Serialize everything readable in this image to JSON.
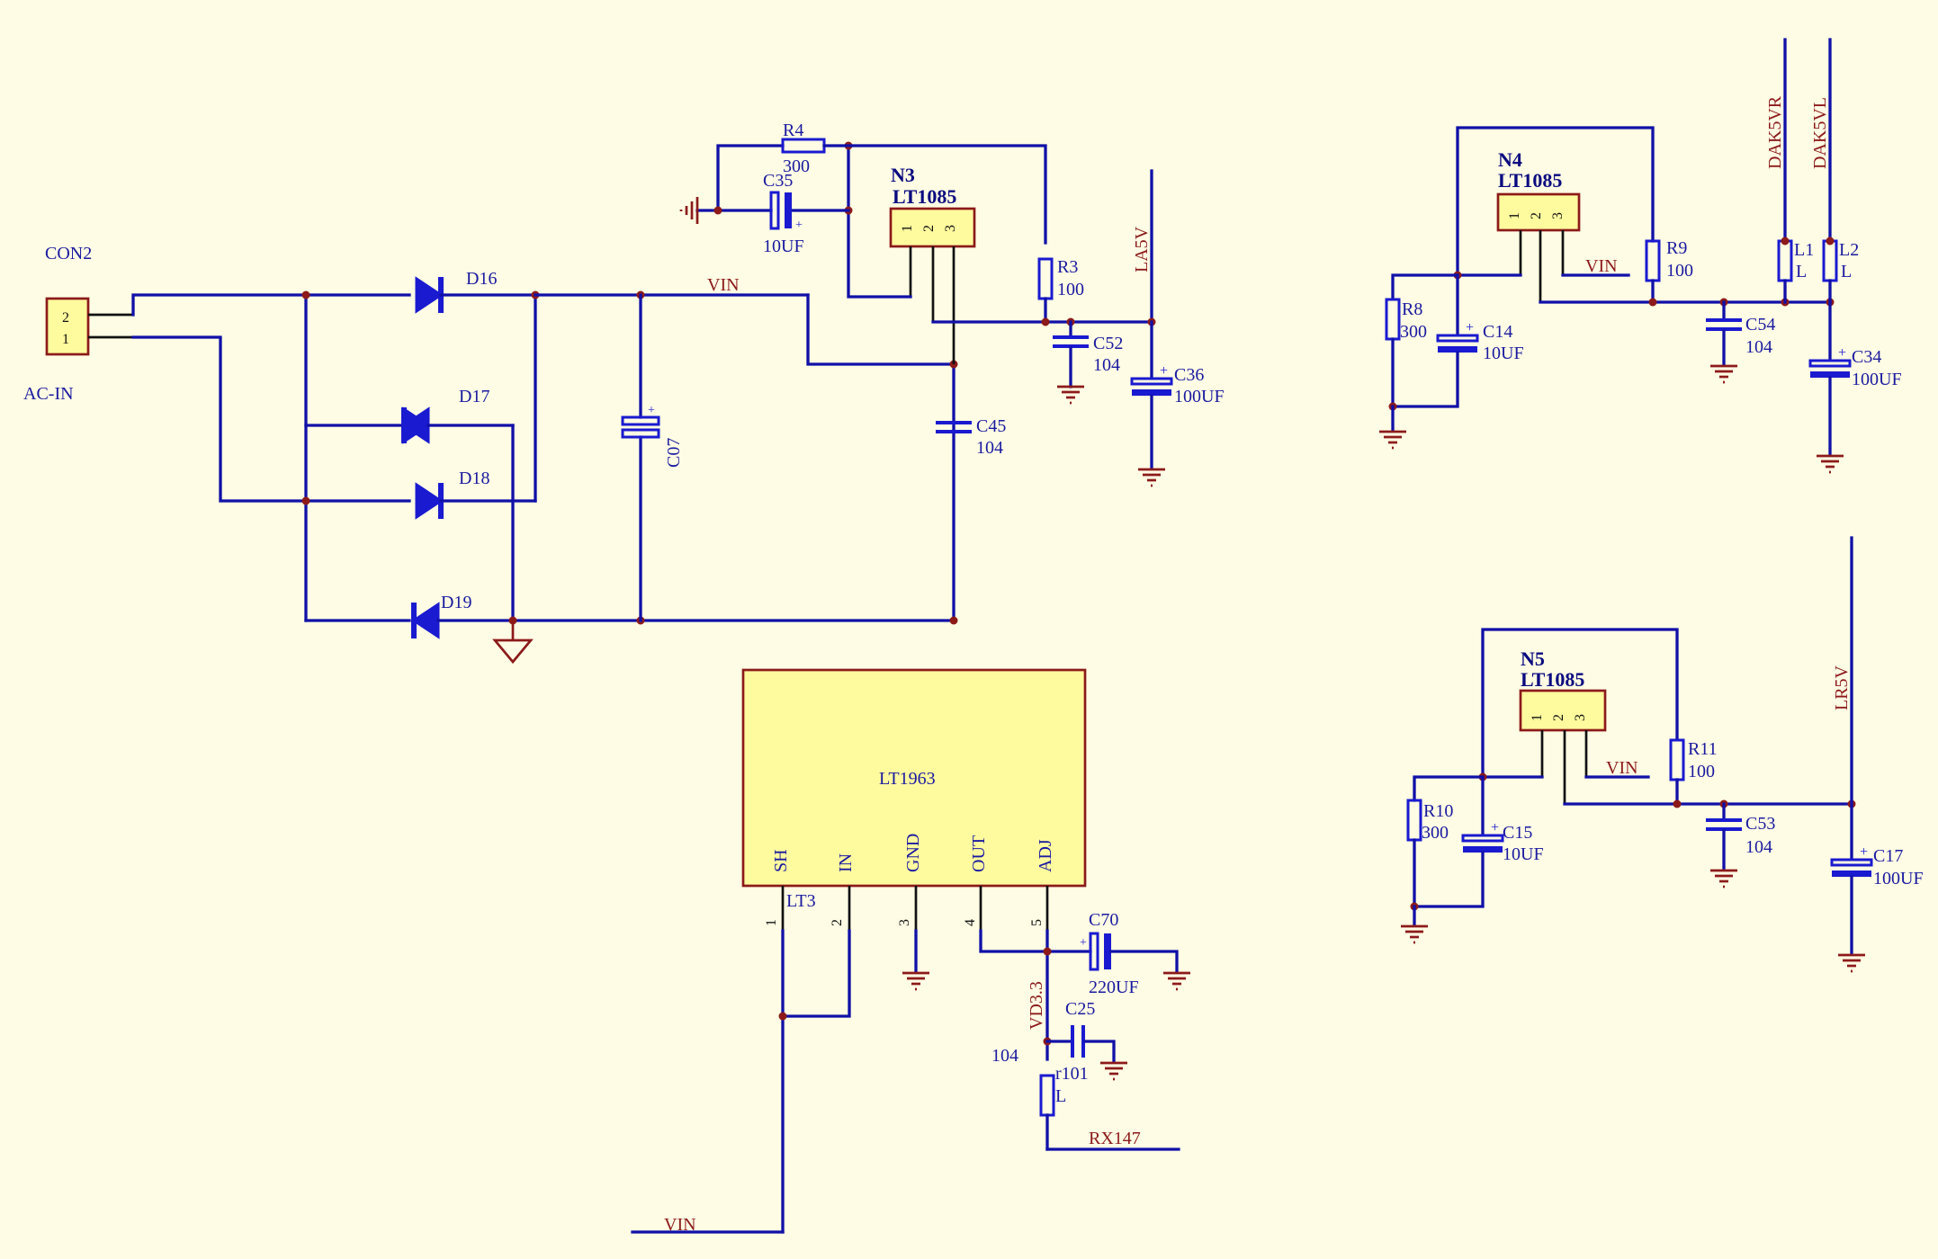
{
  "connector": {
    "ref": "CON2",
    "label": "AC-IN",
    "pin_top": "2",
    "pin_bottom": "1"
  },
  "diodes": [
    "D16",
    "D17",
    "D18",
    "D19"
  ],
  "nets": {
    "vin": "VIN",
    "la5v": "LA5V",
    "lr5v": "LR5V",
    "dak5vr": "DAK5VR",
    "dak5vl": "DAK5VL",
    "vd33": "VD3.3",
    "rx147": "RX147"
  },
  "n3": {
    "ref": "N3",
    "part": "LT1085",
    "pins": [
      "1",
      "2",
      "3"
    ]
  },
  "n4": {
    "ref": "N4",
    "part": "LT1085",
    "pins": [
      "1",
      "2",
      "3"
    ]
  },
  "n5": {
    "ref": "N5",
    "part": "LT1085",
    "pins": [
      "1",
      "2",
      "3"
    ]
  },
  "lt3": {
    "ref": "LT3",
    "part": "LT1963",
    "pins": [
      {
        "num": "1",
        "name": "SH"
      },
      {
        "num": "2",
        "name": "IN"
      },
      {
        "num": "3",
        "name": "GND"
      },
      {
        "num": "4",
        "name": "OUT"
      },
      {
        "num": "5",
        "name": "ADJ"
      }
    ]
  },
  "parts": {
    "r4": {
      "ref": "R4",
      "val": "300"
    },
    "c35": {
      "ref": "C35",
      "val": "10UF"
    },
    "r3": {
      "ref": "R3",
      "val": "100"
    },
    "c52": {
      "ref": "C52",
      "val": "104"
    },
    "c36": {
      "ref": "C36",
      "val": "100UF"
    },
    "c45": {
      "ref": "C45",
      "val": "104"
    },
    "c07": {
      "ref": "C07"
    },
    "r8": {
      "ref": "R8",
      "val": "300"
    },
    "c14": {
      "ref": "C14",
      "val": "10UF"
    },
    "r9": {
      "ref": "R9",
      "val": "100"
    },
    "c54": {
      "ref": "C54",
      "val": "104"
    },
    "l1": {
      "ref": "L1",
      "val": "L"
    },
    "l2": {
      "ref": "L2",
      "val": "L"
    },
    "c34": {
      "ref": "C34",
      "val": "100UF"
    },
    "r10": {
      "ref": "R10",
      "val": "300"
    },
    "c15": {
      "ref": "C15",
      "val": "10UF"
    },
    "r11": {
      "ref": "R11",
      "val": "100"
    },
    "c53": {
      "ref": "C53",
      "val": "104"
    },
    "c17": {
      "ref": "C17",
      "val": "100UF"
    },
    "c70": {
      "ref": "C70",
      "val": "220UF"
    },
    "c25": {
      "ref": "C25",
      "val": "104"
    },
    "r101": {
      "ref": "r101",
      "val": "L"
    }
  },
  "colors": {
    "background": "#FEFCE4",
    "wire": "#1010A8",
    "pin": "#8C1A1A",
    "body": "#FEFA9E",
    "component": "#1A1AD0"
  }
}
